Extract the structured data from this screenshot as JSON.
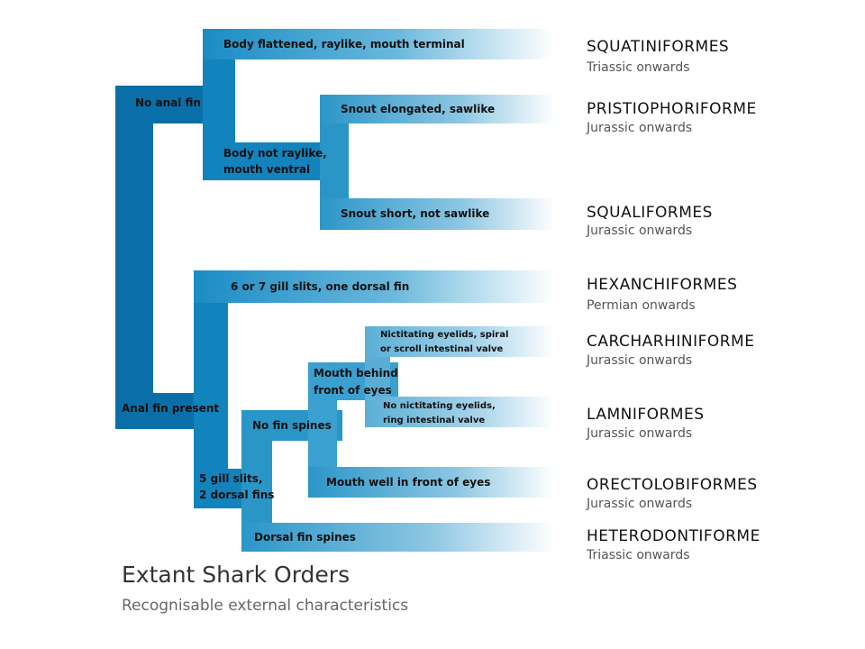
{
  "diagram": {
    "title": "Extant Shark Orders",
    "subtitle": "Recognisable external characteristics",
    "colors": {
      "branch_dark": "#0a6fa8",
      "branch_mid": "#1a8cc4",
      "branch_light": "#4aa8d4",
      "fade_to": "#ffffff",
      "label_text": "#111111",
      "order_text": "#111111",
      "period_text": "#555555"
    },
    "nodes": {
      "no_anal_fin": "No anal fin",
      "body_flattened": "Body flattened, raylike, mouth terminal",
      "body_not_raylike_1": "Body not raylike,",
      "body_not_raylike_2": "mouth ventral",
      "snout_elongated": "Snout elongated, sawlike",
      "snout_short": "Snout short, not sawlike",
      "anal_fin_present": "Anal fin present",
      "six_seven_gill": "6 or 7 gill slits, one dorsal fin",
      "five_gill_1": "5 gill slits,",
      "five_gill_2": "2 dorsal fins",
      "no_fin_spines": "No fin spines",
      "mouth_behind_1": "Mouth behind",
      "mouth_behind_2": "front of eyes",
      "nictitating_1": "Nictitating eyelids, spiral",
      "nictitating_2": "or scroll intestinal valve",
      "no_nictitating_1": "No nictitating eyelids,",
      "no_nictitating_2": "ring intestinal valve",
      "mouth_well_in_front": "Mouth well in front of eyes",
      "dorsal_fin_spines": "Dorsal fin spines"
    },
    "orders": [
      {
        "name": "SQUATINIFORMES",
        "period": "Triassic onwards"
      },
      {
        "name": "PRISTIOPHORIFORME",
        "period": "Jurassic onwards"
      },
      {
        "name": "SQUALIFORMES",
        "period": "Jurassic onwards"
      },
      {
        "name": "HEXANCHIFORMES",
        "period": "Permian onwards"
      },
      {
        "name": "CARCHARHINIFORME",
        "period": "Jurassic onwards"
      },
      {
        "name": "LAMNIFORMES",
        "period": "Jurassic onwards"
      },
      {
        "name": "ORECTOLOBIFORMES",
        "period": "Jurassic onwards"
      },
      {
        "name": "HETERODONTIFORME",
        "period": "Triassic onwards"
      }
    ]
  }
}
